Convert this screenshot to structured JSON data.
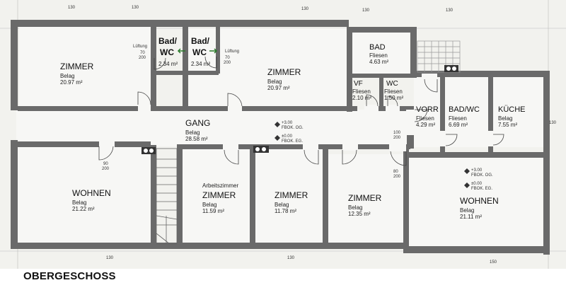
{
  "title": "OBERGESCHOSS",
  "rooms": {
    "zimmer_nw": {
      "name": "ZIMMER",
      "belag": "Belag",
      "area": "20.97 m²"
    },
    "bad_wc_1": {
      "name_line1": "Bad/",
      "name_line2": "WC",
      "area": "2.34 m²"
    },
    "bad_wc_2": {
      "name_line1": "Bad/",
      "name_line2": "WC",
      "area": "2.34 m²"
    },
    "zimmer_n": {
      "name": "ZIMMER",
      "belag": "Belag",
      "area": "20.97 m²"
    },
    "bad": {
      "name": "BAD",
      "belag": "Fliesen",
      "area": "4.63 m²"
    },
    "vf": {
      "name": "VF",
      "belag": "Fliesen",
      "area": "2.10 m²"
    },
    "wc": {
      "name": "WC",
      "belag": "Fliesen",
      "area": "1.50 m²"
    },
    "vorr": {
      "name": "VORR",
      "belag": "Fliesen",
      "area": "4.29 m²"
    },
    "bad_wc_e": {
      "name": "BAD/WC",
      "belag": "Fliesen",
      "area": "6.69 m²"
    },
    "kueche": {
      "name": "KÜCHE",
      "belag": "Belag",
      "area": "7.55 m²"
    },
    "gang": {
      "name": "GANG",
      "belag": "Belag",
      "area": "28.58 m²"
    },
    "wohnen_w": {
      "name": "WOHNEN",
      "belag": "Belag",
      "area": "21.22 m²"
    },
    "arbeitszimmer": {
      "sub": "Arbeitszimmer",
      "name": "ZIMMER",
      "belag": "Belag",
      "area": "11.59 m²"
    },
    "zimmer_s2": {
      "name": "ZIMMER",
      "belag": "Belag",
      "area": "11.78 m²"
    },
    "zimmer_s3": {
      "name": "ZIMMER",
      "belag": "Belag",
      "area": "12.35 m²"
    },
    "wohnen_e": {
      "name": "WOHNEN",
      "belag": "Belag",
      "area": "21.11 m²"
    }
  },
  "labels": {
    "lueftung": "Lüftung",
    "fbok_og": "FBOK. OG.",
    "fbok_eg": "FBOK. EG.",
    "plus300": "+3.00",
    "pm000": "±0.00",
    "door_70": "70",
    "door_80": "80",
    "door_90": "90",
    "door_100": "100",
    "door_200": "200",
    "dim_130": "130",
    "dim_150": "150"
  }
}
